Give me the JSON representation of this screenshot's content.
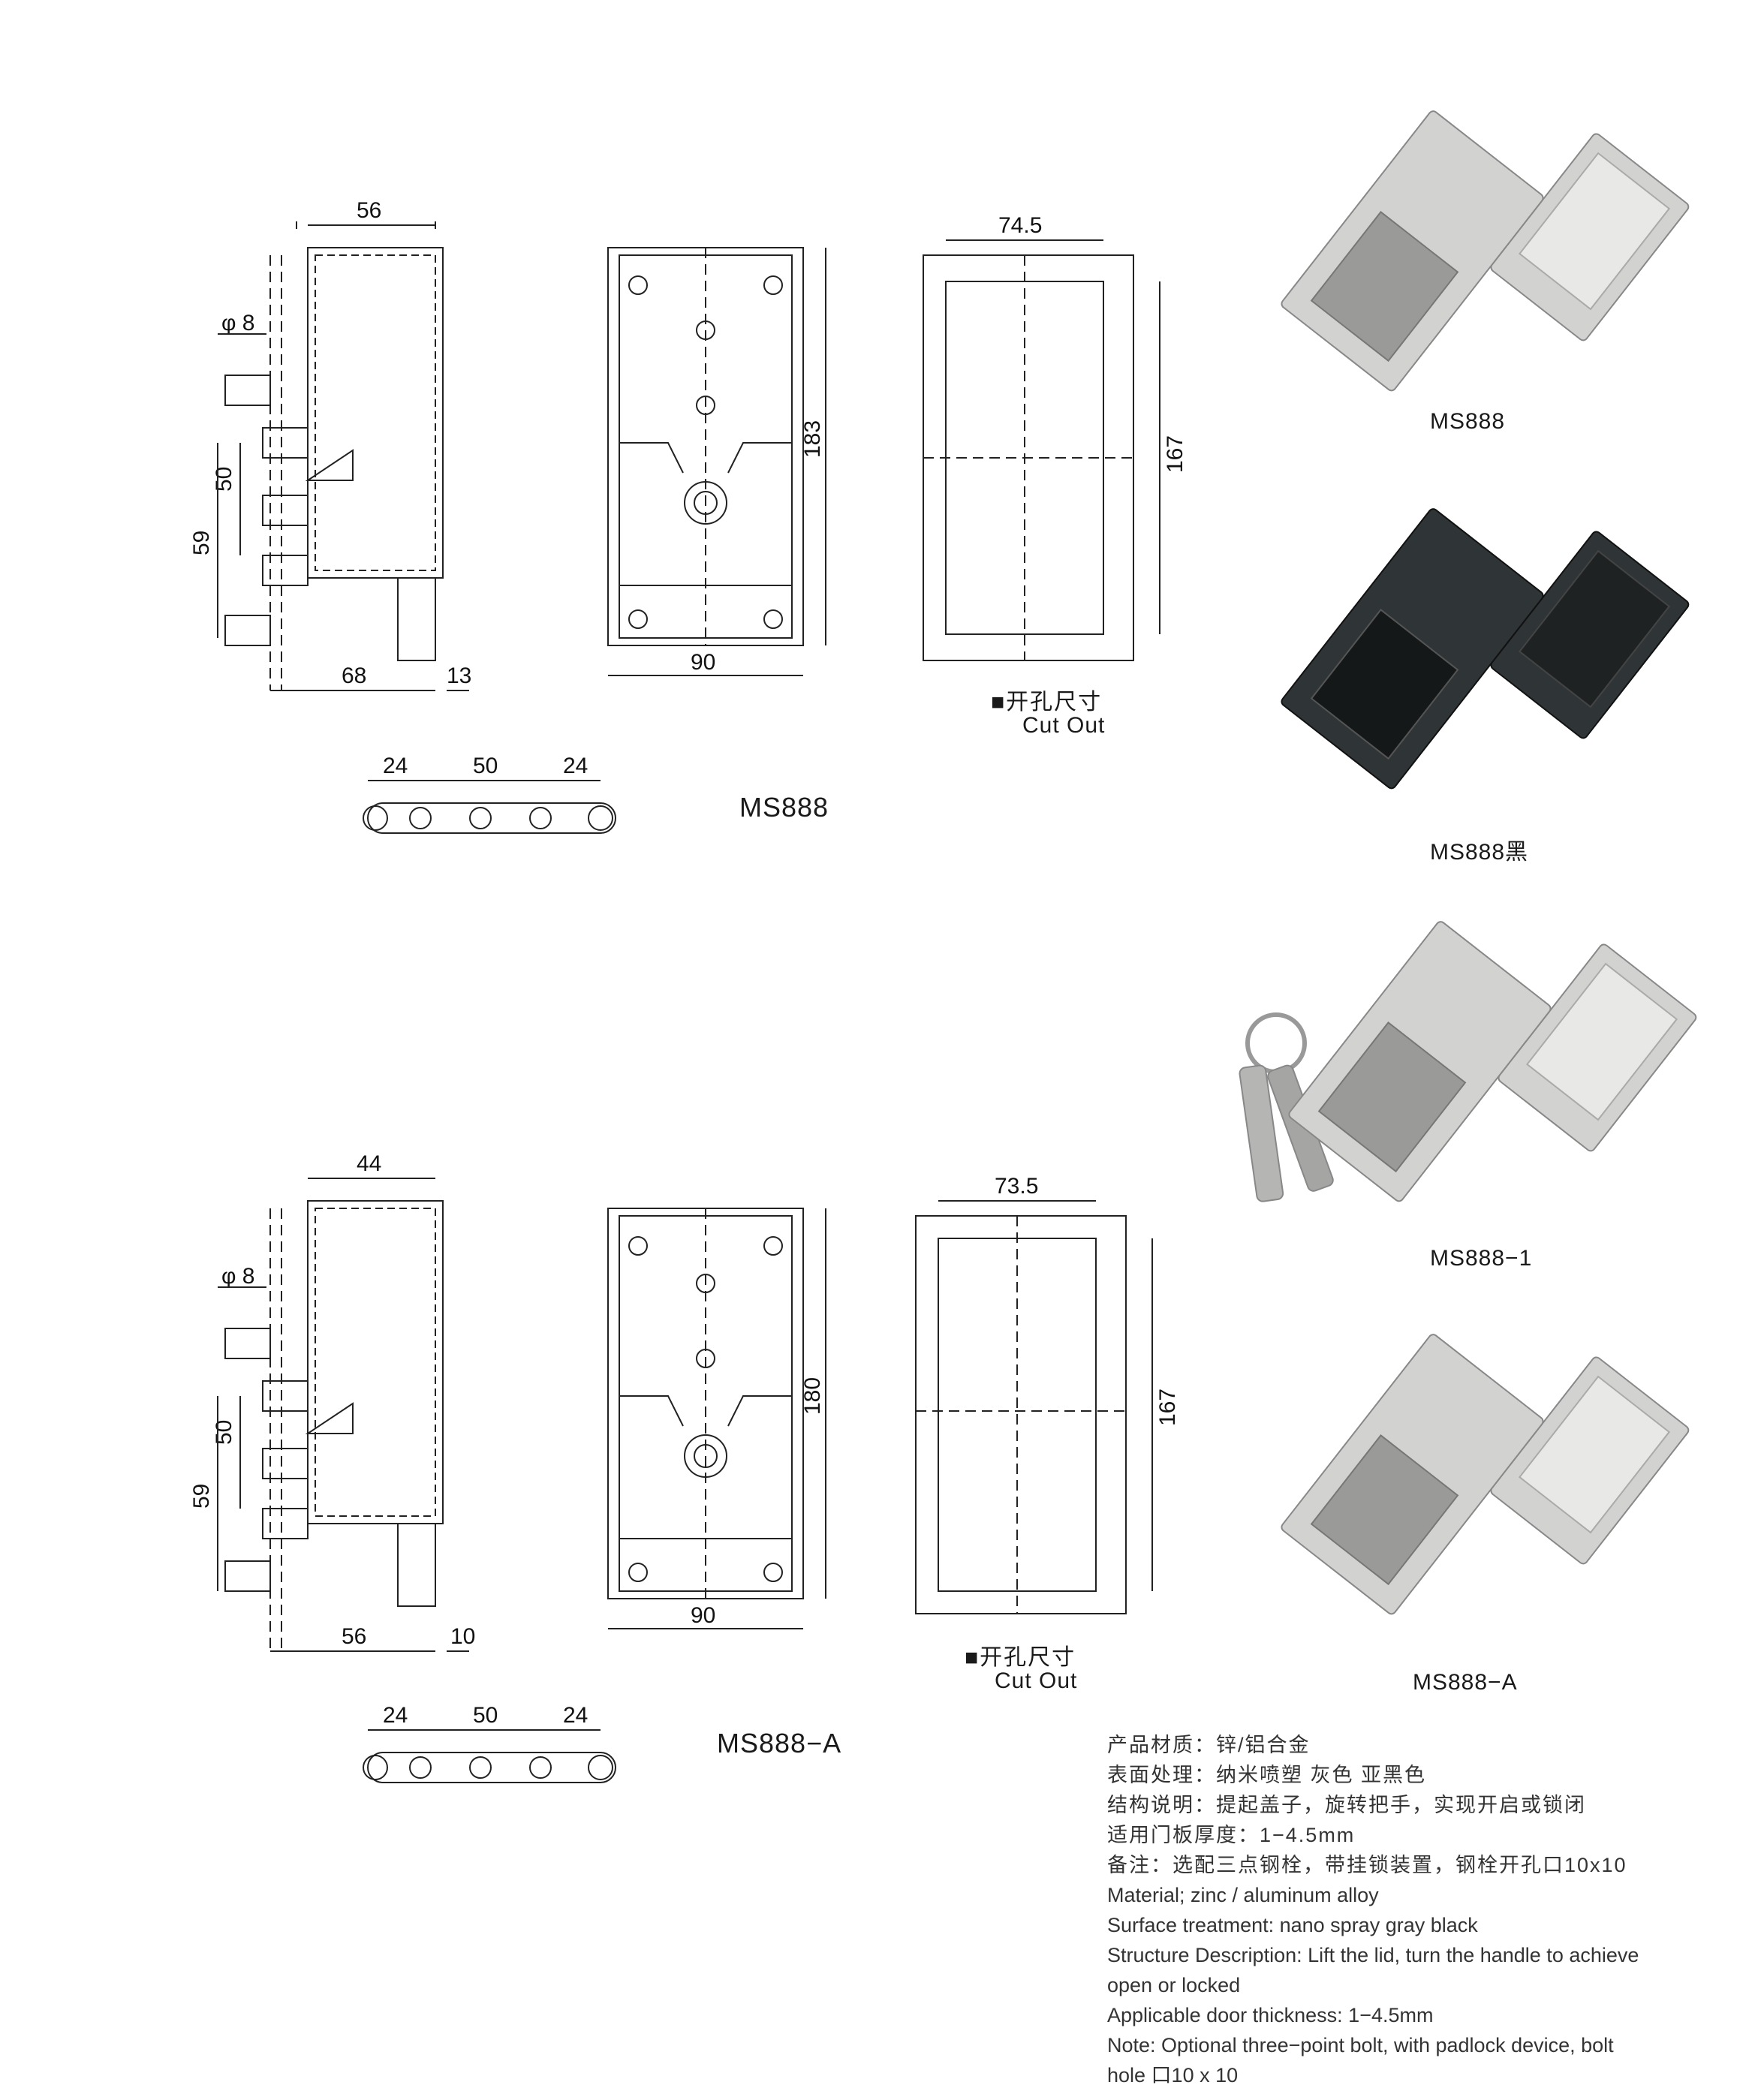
{
  "ms888": {
    "model_label": "MS888",
    "side": {
      "width_top": "56",
      "hole_dia": "φ 8",
      "d50": "50",
      "d59": "59",
      "d68": "68",
      "d13": "13"
    },
    "front": {
      "width": "90",
      "height": "183"
    },
    "cutout": {
      "width": "74.5",
      "height": "167",
      "label_cn": "■开孔尺寸",
      "label_en": "Cut Out"
    },
    "bolt": {
      "left": "24",
      "mid": "50",
      "right": "24"
    }
  },
  "ms888a": {
    "model_label": "MS888−A",
    "side": {
      "width_top": "44",
      "hole_dia": "φ 8",
      "d50": "50",
      "d59": "59",
      "d56": "56",
      "d10": "10"
    },
    "front": {
      "width": "90",
      "height": "180"
    },
    "cutout": {
      "width": "73.5",
      "height": "167",
      "label_cn": "■开孔尺寸",
      "label_en": "Cut Out"
    },
    "bolt": {
      "left": "24",
      "mid": "50",
      "right": "24"
    }
  },
  "photos": [
    {
      "caption": "MS888",
      "color": "#d2d2d0"
    },
    {
      "caption": "MS888黑",
      "color": "#2f3436"
    },
    {
      "caption": "MS888−1",
      "color": "#d2d2d0"
    },
    {
      "caption": "MS888−A",
      "color": "#d2d2d0"
    }
  ],
  "notes": {
    "cn": [
      "产品材质：锌/铝合金",
      "表面处理：纳米喷塑 灰色 亚黑色",
      "结构说明：提起盖子，旋转把手，实现开启或锁闭",
      "适用门板厚度：1−4.5mm",
      "备注：选配三点钢栓，带挂锁装置，钢栓开孔口10x10"
    ],
    "en": [
      "Material; zinc / aluminum alloy",
      "Surface treatment: nano spray gray black",
      "Structure Description: Lift the lid, turn the handle to achieve",
      "open or locked",
      "Applicable door thickness: 1−4.5mm",
      "Note: Optional three−point bolt, with padlock device, bolt",
      "hole 口10  x 10"
    ]
  }
}
